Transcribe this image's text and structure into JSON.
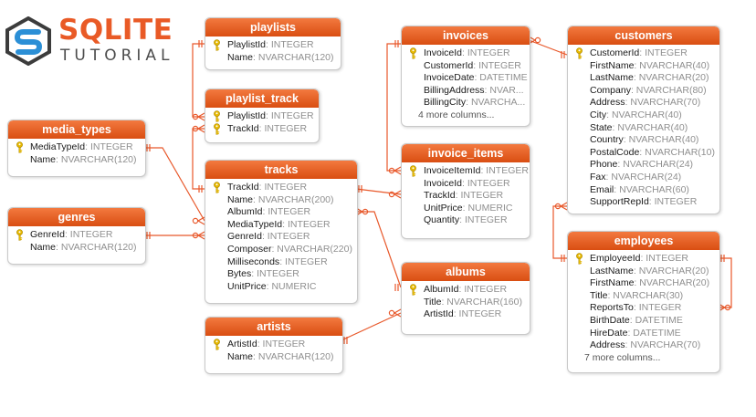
{
  "logo": {
    "word1": "SQLITE",
    "word2": "TUTORIAL"
  },
  "colors": {
    "accent": "#e8582a",
    "header_top": "#f3793f",
    "header_bottom": "#d94e12",
    "key_icon": "#e6b800",
    "logo_dark": "#3c3c3c",
    "logo_blue": "#2b8fd6"
  },
  "icons": {
    "primary_key": "key-icon"
  },
  "tables": {
    "playlists": {
      "title": "playlists",
      "fields": [
        {
          "name": "PlaylistId",
          "type": "INTEGER",
          "pk": true
        },
        {
          "name": "Name",
          "type": "NVARCHAR(120)",
          "pk": false
        }
      ]
    },
    "playlist_track": {
      "title": "playlist_track",
      "fields": [
        {
          "name": "PlaylistId",
          "type": "INTEGER",
          "pk": true
        },
        {
          "name": "TrackId",
          "type": "INTEGER",
          "pk": true
        }
      ]
    },
    "media_types": {
      "title": "media_types",
      "fields": [
        {
          "name": "MediaTypeId",
          "type": "INTEGER",
          "pk": true
        },
        {
          "name": "Name",
          "type": "NVARCHAR(120)",
          "pk": false
        }
      ]
    },
    "genres": {
      "title": "genres",
      "fields": [
        {
          "name": "GenreId",
          "type": "INTEGER",
          "pk": true
        },
        {
          "name": "Name",
          "type": "NVARCHAR(120)",
          "pk": false
        }
      ]
    },
    "tracks": {
      "title": "tracks",
      "fields": [
        {
          "name": "TrackId",
          "type": "INTEGER",
          "pk": true
        },
        {
          "name": "Name",
          "type": "NVARCHAR(200)",
          "pk": false
        },
        {
          "name": "AlbumId",
          "type": "INTEGER",
          "pk": false
        },
        {
          "name": "MediaTypeId",
          "type": "INTEGER",
          "pk": false
        },
        {
          "name": "GenreId",
          "type": "INTEGER",
          "pk": false
        },
        {
          "name": "Composer",
          "type": "NVARCHAR(220)",
          "pk": false
        },
        {
          "name": "Milliseconds",
          "type": "INTEGER",
          "pk": false
        },
        {
          "name": "Bytes",
          "type": "INTEGER",
          "pk": false
        },
        {
          "name": "UnitPrice",
          "type": "NUMERIC",
          "pk": false
        }
      ]
    },
    "artists": {
      "title": "artists",
      "fields": [
        {
          "name": "ArtistId",
          "type": "INTEGER",
          "pk": true
        },
        {
          "name": "Name",
          "type": "NVARCHAR(120)",
          "pk": false
        }
      ]
    },
    "invoices": {
      "title": "invoices",
      "more": "4 more columns...",
      "fields": [
        {
          "name": "InvoiceId",
          "type": "INTEGER",
          "pk": true
        },
        {
          "name": "CustomerId",
          "type": "INTEGER",
          "pk": false
        },
        {
          "name": "InvoiceDate",
          "type": "DATETIME",
          "pk": false
        },
        {
          "name": "BillingAddress",
          "type": "NVAR...",
          "pk": false
        },
        {
          "name": "BillingCity",
          "type": "NVARCHA...",
          "pk": false
        }
      ]
    },
    "invoice_items": {
      "title": "invoice_items",
      "fields": [
        {
          "name": "InvoiceItemId",
          "type": "INTEGER",
          "pk": true
        },
        {
          "name": "InvoiceId",
          "type": "INTEGER",
          "pk": false
        },
        {
          "name": "TrackId",
          "type": "INTEGER",
          "pk": false
        },
        {
          "name": "UnitPrice",
          "type": "NUMERIC",
          "pk": false
        },
        {
          "name": "Quantity",
          "type": "INTEGER",
          "pk": false
        }
      ]
    },
    "albums": {
      "title": "albums",
      "fields": [
        {
          "name": "AlbumId",
          "type": "INTEGER",
          "pk": true
        },
        {
          "name": "Title",
          "type": "NVARCHAR(160)",
          "pk": false
        },
        {
          "name": "ArtistId",
          "type": "INTEGER",
          "pk": false
        }
      ]
    },
    "customers": {
      "title": "customers",
      "fields": [
        {
          "name": "CustomerId",
          "type": "INTEGER",
          "pk": true
        },
        {
          "name": "FirstName",
          "type": "NVARCHAR(40)",
          "pk": false
        },
        {
          "name": "LastName",
          "type": "NVARCHAR(20)",
          "pk": false
        },
        {
          "name": "Company",
          "type": "NVARCHAR(80)",
          "pk": false
        },
        {
          "name": "Address",
          "type": "NVARCHAR(70)",
          "pk": false
        },
        {
          "name": "City",
          "type": "NVARCHAR(40)",
          "pk": false
        },
        {
          "name": "State",
          "type": "NVARCHAR(40)",
          "pk": false
        },
        {
          "name": "Country",
          "type": "NVARCHAR(40)",
          "pk": false
        },
        {
          "name": "PostalCode",
          "type": "NVARCHAR(10)",
          "pk": false
        },
        {
          "name": "Phone",
          "type": "NVARCHAR(24)",
          "pk": false
        },
        {
          "name": "Fax",
          "type": "NVARCHAR(24)",
          "pk": false
        },
        {
          "name": "Email",
          "type": "NVARCHAR(60)",
          "pk": false
        },
        {
          "name": "SupportRepId",
          "type": "INTEGER",
          "pk": false
        }
      ]
    },
    "employees": {
      "title": "employees",
      "more": "7 more columns...",
      "fields": [
        {
          "name": "EmployeeId",
          "type": "INTEGER",
          "pk": true
        },
        {
          "name": "LastName",
          "type": "NVARCHAR(20)",
          "pk": false
        },
        {
          "name": "FirstName",
          "type": "NVARCHAR(20)",
          "pk": false
        },
        {
          "name": "Title",
          "type": "NVARCHAR(30)",
          "pk": false
        },
        {
          "name": "ReportsTo",
          "type": "INTEGER",
          "pk": false
        },
        {
          "name": "BirthDate",
          "type": "DATETIME",
          "pk": false
        },
        {
          "name": "HireDate",
          "type": "DATETIME",
          "pk": false
        },
        {
          "name": "Address",
          "type": "NVARCHAR(70)",
          "pk": false
        }
      ]
    }
  },
  "relationships": [
    {
      "from": "playlists",
      "to": "playlist_track",
      "key": "PlaylistId"
    },
    {
      "from": "tracks",
      "to": "playlist_track",
      "key": "TrackId"
    },
    {
      "from": "media_types",
      "to": "tracks",
      "key": "MediaTypeId"
    },
    {
      "from": "genres",
      "to": "tracks",
      "key": "GenreId"
    },
    {
      "from": "albums",
      "to": "tracks",
      "key": "AlbumId"
    },
    {
      "from": "tracks",
      "to": "invoice_items",
      "key": "TrackId"
    },
    {
      "from": "invoices",
      "to": "invoice_items",
      "key": "InvoiceId"
    },
    {
      "from": "customers",
      "to": "invoices",
      "key": "CustomerId"
    },
    {
      "from": "artists",
      "to": "albums",
      "key": "ArtistId"
    },
    {
      "from": "employees",
      "to": "customers",
      "key": "SupportRepId"
    },
    {
      "from": "employees",
      "to": "employees",
      "key": "ReportsTo"
    }
  ]
}
